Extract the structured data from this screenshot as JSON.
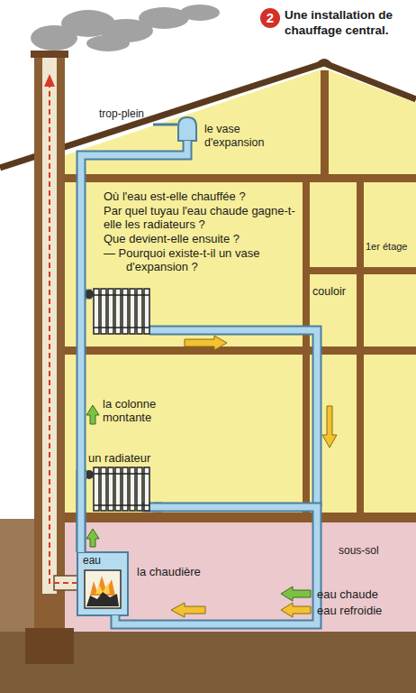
{
  "diagram": {
    "title": "Une installation de chauffage central.",
    "nodes": [
      {
        "text": [
          "2"
        ]
      },
      {
        "text": [
          "le vase d'expansion"
        ]
      },
      {
        "text": [
          "un radiateur"
        ]
      },
      {
        "text": [
          "eau",
          "la chaudière"
        ]
      }
    ],
    "edges": [
      {
        "from": 3,
        "to": 2,
        "arrow": "none"
      },
      {
        "from": 3,
        "to": 1,
        "arrow": "none"
      },
      {
        "from": 2,
        "to": 3,
        "arrow": "none"
      }
    ],
    "labels": [
      "trop-plein",
      "Où l'eau est-elle chauffée ?",
      "Par quel tuyau l'eau chaude gagne-t-elle les radiateurs ?",
      "Que devient-elle ensuite ?",
      "— Pourquoi existe-t-il un vase d'expansion ?",
      "1er étage",
      "couloir",
      "la colonne montante",
      "sous-sol"
    ],
    "legend": [
      {
        "text": "eau chaude"
      },
      {
        "text": "eau refroidie"
      }
    ]
  }
}
